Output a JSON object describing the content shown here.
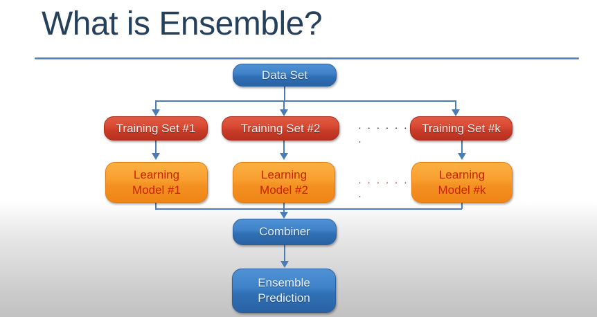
{
  "slide": {
    "title": "What is Ensemble?",
    "background_top_color": "#ffffff",
    "background_bottom_color": "#c2c2c2",
    "rule_color": "#4a7db5"
  },
  "palette": {
    "title_text": "#25405d",
    "blue_node": "#3f82c8",
    "blue_node_text": "#e9f1fa",
    "red_node": "#d2402a",
    "red_node_text": "#fceeea",
    "orange_node": "#f9a031",
    "orange_node_text": "#cc2200",
    "connector": "#4a7cb5"
  },
  "diagram": {
    "type": "flowchart",
    "source": {
      "label": "Data Set",
      "color": "blue"
    },
    "training_sets": [
      {
        "label": "Training Set #1",
        "color": "red"
      },
      {
        "label": "Training Set #2",
        "color": "red"
      },
      {
        "label": "Training Set #k",
        "color": "red"
      }
    ],
    "learning_models": [
      {
        "label": "Learning\nModel #1",
        "color": "orange"
      },
      {
        "label": "Learning\nModel #2",
        "color": "orange"
      },
      {
        "label": "Learning\nModel #k",
        "color": "orange"
      }
    ],
    "combiner": {
      "label": "Combiner",
      "color": "blue"
    },
    "output": {
      "label": "Ensemble\nPrediction",
      "color": "blue"
    },
    "ellipsis": {
      "dots": "· · · · · ·",
      "single_dot": "·"
    }
  }
}
